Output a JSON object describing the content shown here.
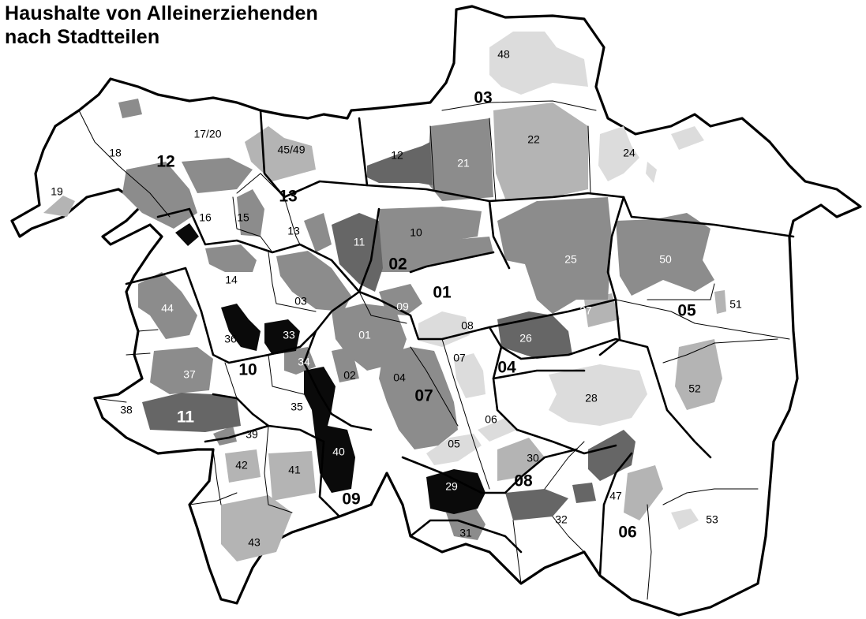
{
  "title": {
    "line1": "Haushalte von Alleinerziehenden",
    "line2": "nach Stadtteilen"
  },
  "colors": {
    "outline": "#000000",
    "background": "#ffffff",
    "shade_very_light": "#dcdcdc",
    "shade_light": "#b4b4b4",
    "shade_medium": "#8c8c8c",
    "shade_dark": "#666666",
    "shade_black": "#0a0a0a"
  },
  "map": {
    "district_labels": [
      "01",
      "02",
      "03",
      "04",
      "05",
      "06",
      "07",
      "08",
      "09",
      "10",
      "11",
      "12",
      "13"
    ],
    "quarter_labels": [
      "01",
      "02",
      "03",
      "04",
      "05",
      "06",
      "07",
      "08",
      "09",
      "10",
      "11",
      "12",
      "13",
      "14",
      "15",
      "16",
      "17/20",
      "18",
      "19",
      "21",
      "22",
      "24",
      "25",
      "26",
      "27",
      "28",
      "29",
      "30",
      "31",
      "32",
      "33",
      "34",
      "35",
      "36",
      "37",
      "38",
      "39",
      "40",
      "41",
      "42",
      "43",
      "44",
      "45/49",
      "47",
      "48",
      "50",
      "51",
      "52",
      "53"
    ]
  }
}
